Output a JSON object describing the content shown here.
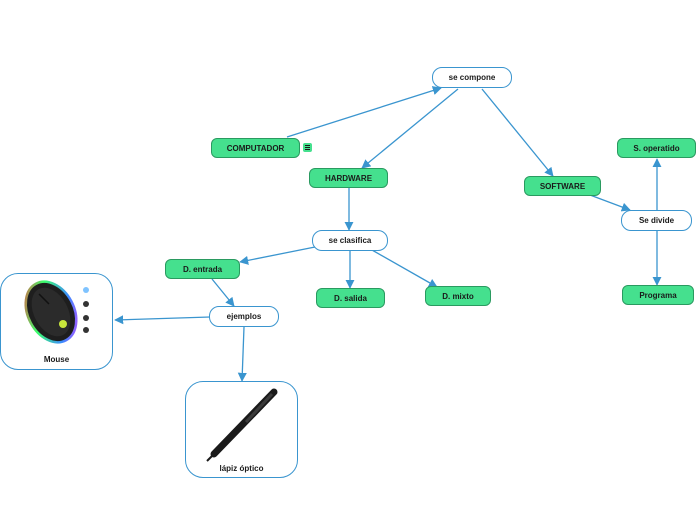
{
  "nodes": {
    "se_compone": "se compone",
    "computador": "COMPUTADOR",
    "hardware": "HARDWARE",
    "software": "SOFTWARE",
    "s_operativo": "S. operatido",
    "se_divide": "Se divide",
    "programa": "Programa",
    "se_clasifica": "se clasifica",
    "d_entrada": "D. entrada",
    "d_salida": "D. salida",
    "d_mixto": "D. mixto",
    "ejemplos": "ejemplos"
  },
  "images": {
    "mouse_caption": "Mouse",
    "lapiz_caption": "lápiz óptico"
  },
  "colors": {
    "node_fill": "#45e08e",
    "edge": "#3a95cf"
  },
  "icons": [
    "menu-icon",
    "mouse-image",
    "stylus-pen-image"
  ]
}
